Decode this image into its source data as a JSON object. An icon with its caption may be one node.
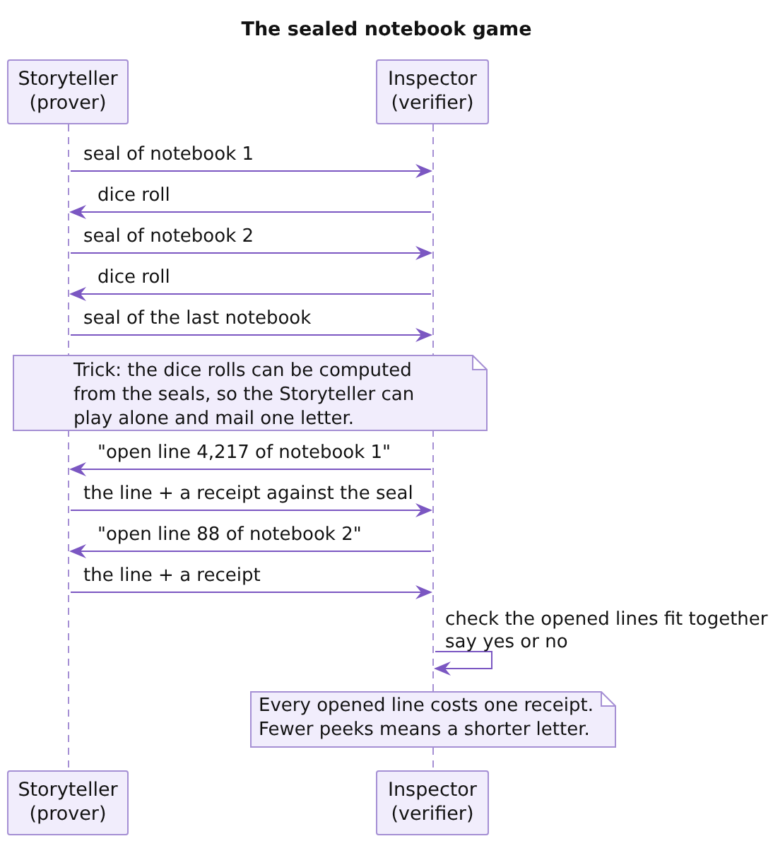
{
  "diagram": {
    "title": "The sealed notebook game",
    "nodes": [
      {
        "text": [
          "Storyteller (prover)"
        ]
      },
      {
        "text": [
          "Inspector (verifier)"
        ]
      },
      {
        "text": [],
        "shape": "line"
      },
      {
        "text": [],
        "shape": "line"
      },
      {
        "text": [
          "Trick: the dice rolls can be computed from the seals, so the Storyteller can play alone and mail one letter."
        ]
      },
      {
        "text": [
          "Every opened line costs one receipt. Fewer peeks means a shorter letter."
        ]
      },
      {
        "text": [
          "Storyteller (prover)"
        ]
      },
      {
        "text": [
          "Inspector (verifier)"
        ]
      }
    ],
    "edges": [
      {
        "from": 2,
        "to": 3,
        "label": "seal of notebook 1",
        "arrow": "to"
      },
      {
        "from": 3,
        "to": 2,
        "label": "dice roll",
        "arrow": "to"
      },
      {
        "from": 2,
        "to": 3,
        "label": "seal of notebook 2",
        "arrow": "to"
      },
      {
        "from": 3,
        "to": 2,
        "label": "dice roll",
        "arrow": "to"
      },
      {
        "from": 2,
        "to": 3,
        "label": "seal of the last notebook",
        "arrow": "to"
      },
      {
        "from": 3,
        "to": 2,
        "label": "\"open line 4,217 of notebook 1\"",
        "arrow": "to"
      },
      {
        "from": 2,
        "to": 3,
        "label": "the line + a receipt against the seal",
        "arrow": "to"
      },
      {
        "from": 3,
        "to": 2,
        "label": "\"open line 88 of notebook 2\"",
        "arrow": "to"
      },
      {
        "from": 2,
        "to": 3,
        "label": "the line + a receipt",
        "arrow": "to"
      },
      {
        "from": 3,
        "to": 3,
        "label": "check the opened lines fit together say yes or no",
        "arrow": "to"
      }
    ]
  }
}
